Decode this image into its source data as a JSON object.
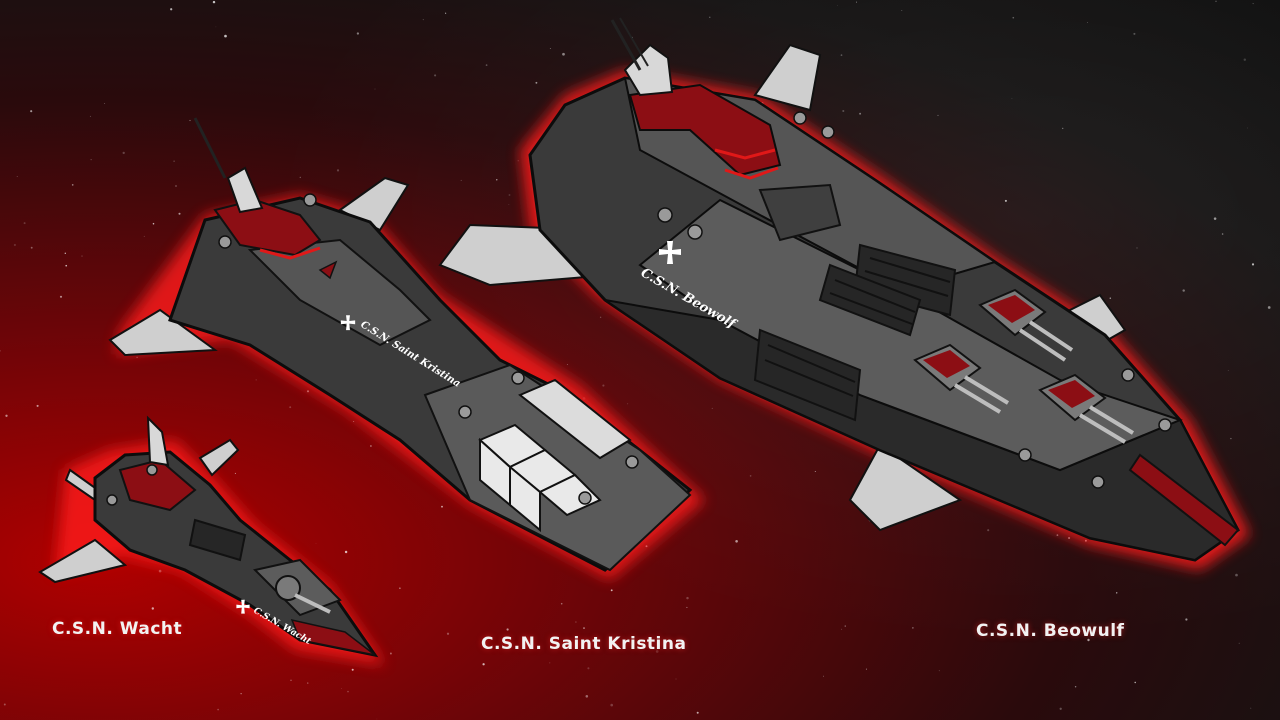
{
  "colors": {
    "hull_dark": "#2e2e2e",
    "hull_mid": "#4a4a4a",
    "hull_light": "#6b6b6b",
    "wing": "#cfcfcf",
    "accent_red": "#8c0e14",
    "glow_red": "#ff1a1a"
  },
  "ships": [
    {
      "caption": "C.S.N. Wacht",
      "hull_marking": "C.S.N. Wacht",
      "emblem": "cross-emblem-icon"
    },
    {
      "caption": "C.S.N. Saint Kristina",
      "hull_marking": "C.S.N. Saint Kristina",
      "emblem": "cross-emblem-icon"
    },
    {
      "caption": "C.S.N. Beowulf",
      "hull_marking": "C.S.N. Beowolf",
      "emblem": "cross-emblem-icon"
    }
  ]
}
